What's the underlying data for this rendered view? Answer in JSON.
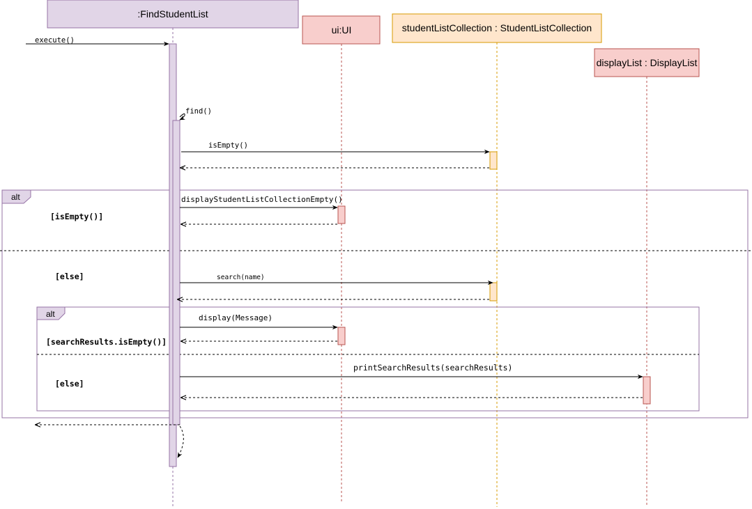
{
  "participants": {
    "find": ":FindStudentList",
    "ui": "ui:UI",
    "collection": "studentListCollection : StudentListCollection",
    "display": "displayList : DisplayList"
  },
  "messages": {
    "execute": "execute()",
    "find": "find()",
    "is_empty": "isEmpty()",
    "display_empty": "displayStudentListCollectionEmpty()",
    "search": "search(name)",
    "display_message": "display(Message)",
    "print_results": "printSearchResults(searchResults)"
  },
  "fragments": {
    "outer": {
      "operator": "alt",
      "guard_1": "[isEmpty()]",
      "guard_2": "[else]"
    },
    "inner": {
      "operator": "alt",
      "guard_1": "[searchResults.isEmpty()]",
      "guard_2": "[else]"
    }
  },
  "colors": {
    "purple_fill": "#e1d5e7",
    "purple_stroke": "#9673a6",
    "red_fill": "#f8cecc",
    "red_stroke": "#b85450",
    "orange_fill": "#ffe6cc",
    "orange_stroke": "#d79b00"
  }
}
